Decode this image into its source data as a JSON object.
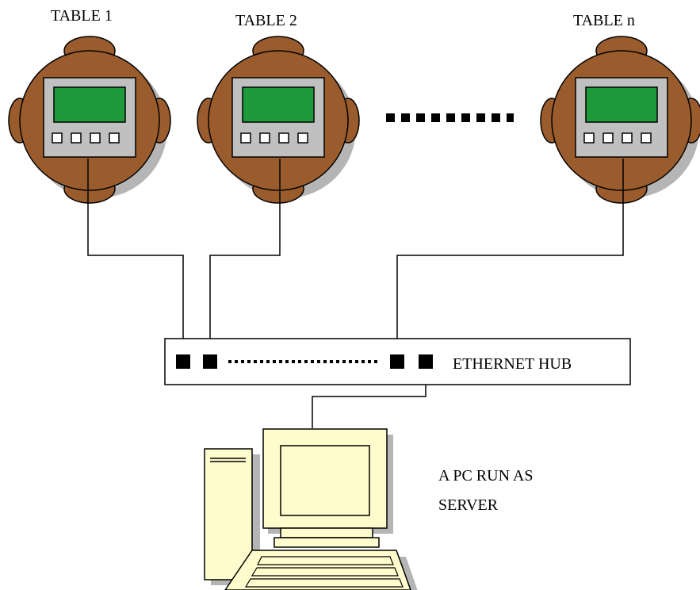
{
  "tables": [
    {
      "label": "TABLE 1"
    },
    {
      "label": "TABLE 2"
    },
    {
      "label": "TABLE n"
    }
  ],
  "hub": {
    "label": "ETHERNET HUB"
  },
  "server": {
    "label_line1": "A PC RUN AS",
    "label_line2": "SERVER"
  },
  "colors": {
    "device_body": "#9a5c2c",
    "device_shadow": "#b5b5b5",
    "panel": "#c0c0c0",
    "screen": "#1f9a3a",
    "pc_body": "#fefccc",
    "line": "#000000"
  },
  "icons": [
    "terminal-device-icon",
    "ethernet-port-icon",
    "desktop-pc-icon",
    "keyboard-icon",
    "tower-case-icon"
  ]
}
